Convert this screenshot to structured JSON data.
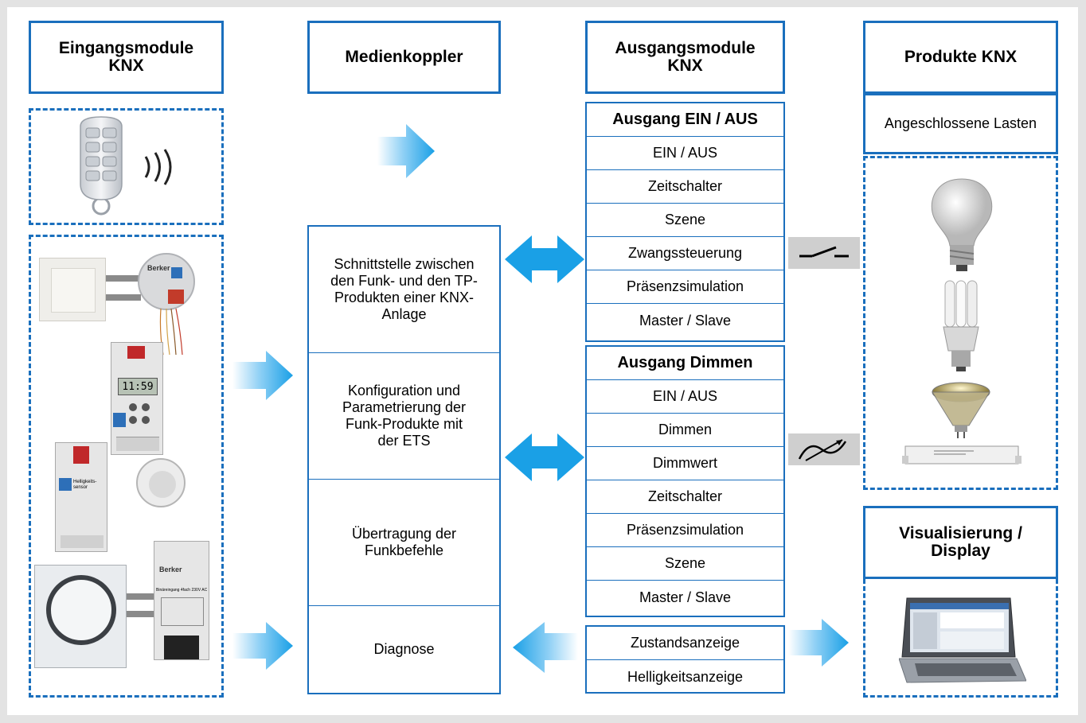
{
  "colors": {
    "accent": "#1a6fbd",
    "arrow": "#1aa0e6",
    "background": "#e3e3e3"
  },
  "headers": {
    "input": "Eingangsmodule\nKNX",
    "media": "Medienkoppler",
    "output": "Ausgangsmodule\nKNX",
    "products": "Produkte KNX",
    "visual": "Visualisierung /\nDisplay"
  },
  "media_cells": [
    "Schnittstelle zwischen\nden Funk- und den TP-\nProdukten einer KNX-\nAnlage",
    "Konfiguration und\nParametrierung der\nFunk-Produkte mit\nder ETS",
    "Übertragung der\nFunkbefehle",
    "Diagnose"
  ],
  "output_switch": {
    "title": "Ausgang EIN / AUS",
    "items": [
      "EIN / AUS",
      "Zeitschalter",
      "Szene",
      "Zwangssteuerung",
      "Präsenzsimulation",
      "Master / Slave"
    ]
  },
  "output_dim": {
    "title": "Ausgang Dimmen",
    "items": [
      "EIN / AUS",
      "Dimmen",
      "Dimmwert",
      "Zeitschalter",
      "Präsenzsimulation",
      "Szene",
      "Master / Slave"
    ]
  },
  "status": [
    "Zustandsanzeige",
    "Helligkeitsanzeige"
  ],
  "products_label": "Angeschlossene Lasten",
  "device_labels": {
    "brand": "Berker",
    "timer_display": "11:59",
    "brightness_sensor_label": "Helligkeits-\nsensor",
    "binary_input_label": "Binäreingang 4fach 230V AC"
  },
  "icons": [
    "remote-control-icon",
    "radio-waves-icon",
    "switch-symbol-icon",
    "dimmer-symbol-icon",
    "light-bulb-icon",
    "energy-saving-lamp-icon",
    "halogen-spot-icon",
    "transformer-icon",
    "laptop-icon"
  ]
}
